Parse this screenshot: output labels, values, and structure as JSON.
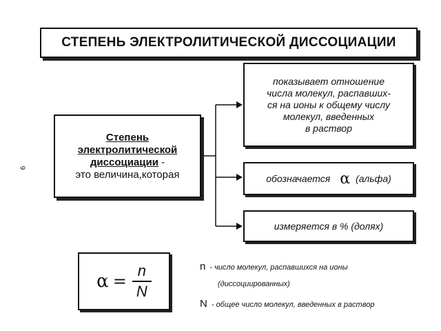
{
  "title": "СТЕПЕНЬ ЭЛЕКТРОЛИТИЧЕСКОЙ ДИССОЦИАЦИИ",
  "main": {
    "term_line1": "Степень",
    "term_line2": "электролитической",
    "term_line3": "диссоциации",
    "dash": " -",
    "definition": "это величина,которая"
  },
  "branches": [
    {
      "lines": [
        "показывает отношение",
        "числа молекул, распавших-",
        "ся на ионы к общему числу",
        "молекул, введенных",
        "в раствор"
      ]
    },
    {
      "text": "обозначается",
      "symbol": "α",
      "suffix": "(альфа)"
    },
    {
      "text": "измеряется в % (долях)"
    }
  ],
  "formula": {
    "lhs": "α",
    "eq": "=",
    "numerator": "n",
    "denominator": "N"
  },
  "legend": [
    {
      "symbol": "n",
      "text": "- число молекул, распавшихся на ионы",
      "text2": "(диссоциированных)"
    },
    {
      "symbol": "N",
      "text": "- общее число молекул, введенных в раствор"
    }
  ],
  "side_mark": "6"
}
